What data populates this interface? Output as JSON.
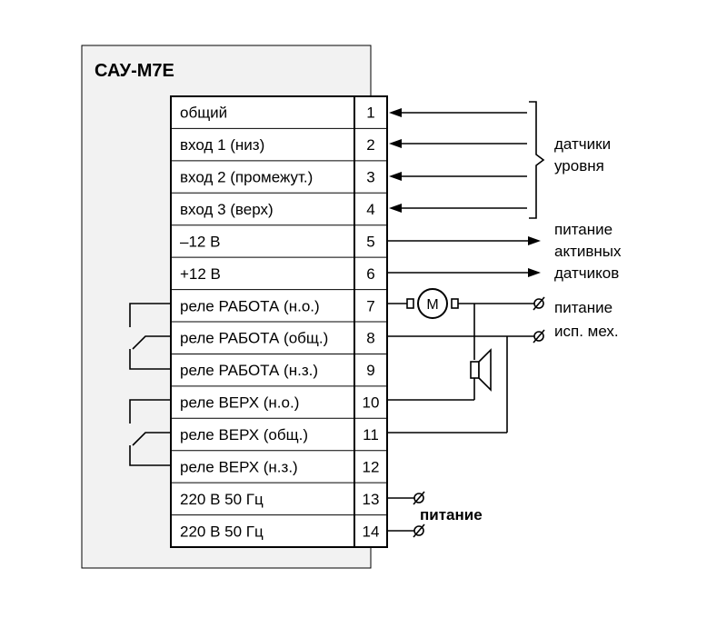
{
  "device": {
    "title": "САУ-М7Е"
  },
  "terminals": [
    {
      "label": "общий",
      "number": "1"
    },
    {
      "label": "вход 1 (низ)",
      "number": "2"
    },
    {
      "label": "вход 2 (промежут.)",
      "number": "3"
    },
    {
      "label": "вход 3 (верх)",
      "number": "4"
    },
    {
      "label": "–12 В",
      "number": "5"
    },
    {
      "label": "+12 В",
      "number": "6"
    },
    {
      "label": "реле РАБОТА (н.о.)",
      "number": "7"
    },
    {
      "label": "реле РАБОТА (общ.)",
      "number": "8"
    },
    {
      "label": "реле РАБОТА (н.з.)",
      "number": "9"
    },
    {
      "label": "реле ВЕРХ (н.о.)",
      "number": "10"
    },
    {
      "label": "реле ВЕРХ (общ.)",
      "number": "11"
    },
    {
      "label": "реле ВЕРХ (н.з.)",
      "number": "12"
    },
    {
      "label": "220 В  50 Гц",
      "number": "13"
    },
    {
      "label": "220 В  50 Гц",
      "number": "14"
    }
  ],
  "annotations": {
    "level_sensors": [
      "датчики",
      "уровня"
    ],
    "active_sensor_power": [
      "питание",
      "активных",
      "датчиков"
    ],
    "actuator_power": [
      "питание",
      "исп. мех."
    ],
    "mains_power": "питание",
    "motor_symbol": "М"
  }
}
